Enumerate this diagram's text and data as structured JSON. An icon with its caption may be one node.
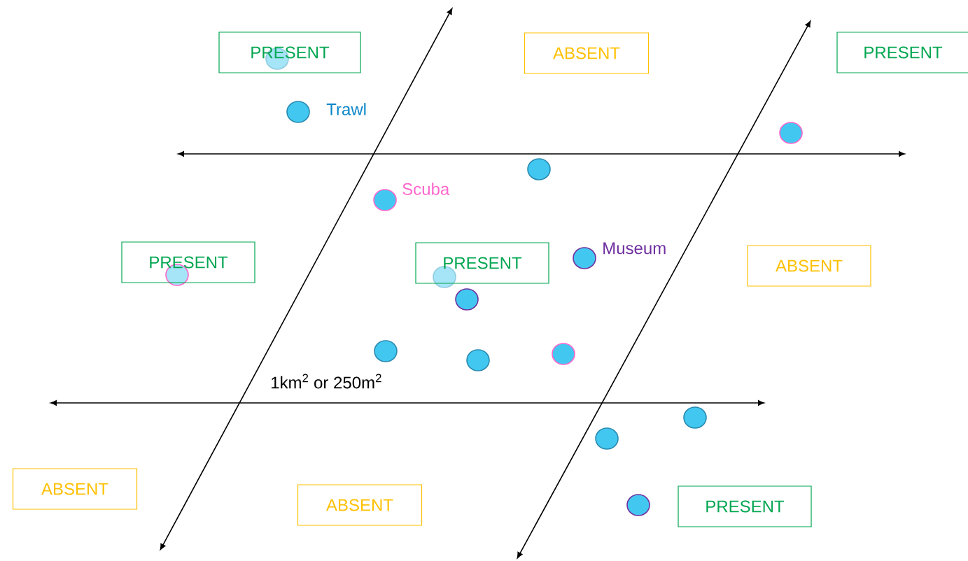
{
  "diagram": {
    "nodes": [
      {
        "text": [
          "PRESENT"
        ]
      },
      {
        "text": [
          "ABSENT"
        ]
      },
      {
        "text": [
          "PRESENT"
        ]
      },
      {
        "text": [
          "PRESENT"
        ]
      },
      {
        "text": [
          "PRESENT"
        ]
      },
      {
        "text": [
          "ABSENT"
        ]
      },
      {
        "text": [
          "ABSENT"
        ]
      },
      {
        "text": [
          "ABSENT"
        ]
      },
      {
        "text": [
          "PRESENT"
        ]
      }
    ],
    "labels": [
      "Trawl",
      "Scuba",
      "Museum",
      "1km$^{2}$ or 250m$^{2}$"
    ]
  }
}
